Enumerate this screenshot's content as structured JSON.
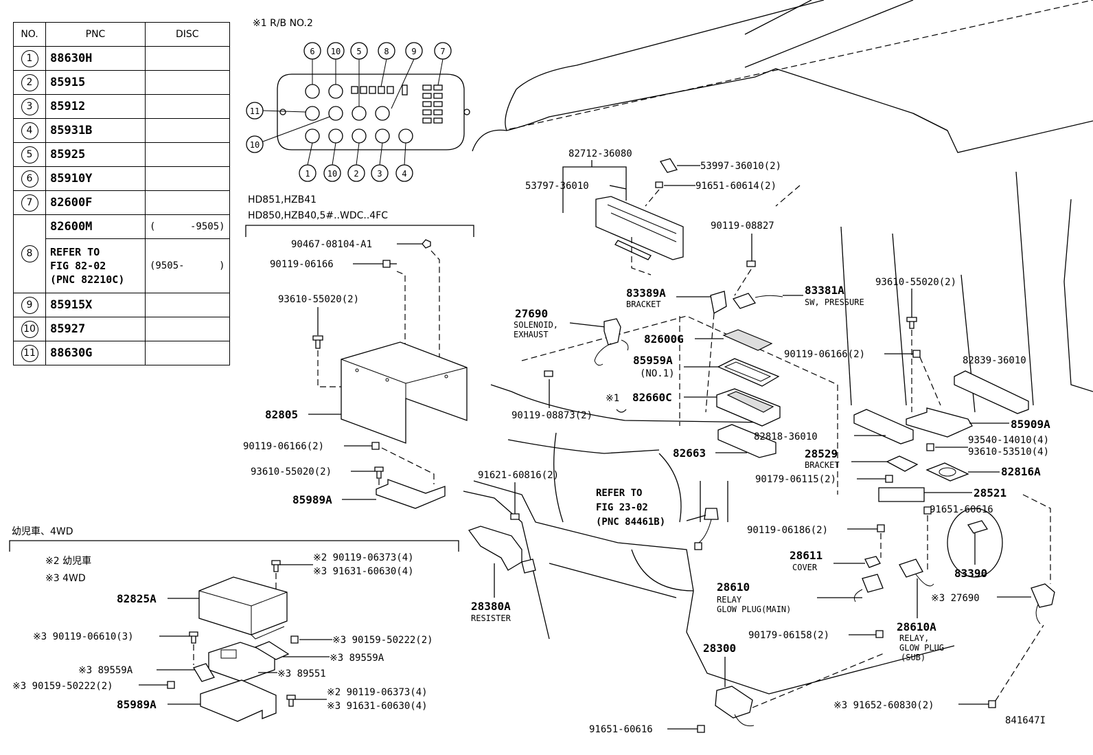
{
  "table": {
    "headers": [
      "NO.",
      "PNC",
      "DISC"
    ],
    "rows": [
      {
        "no": "1",
        "pnc": "88630H",
        "disc": ""
      },
      {
        "no": "2",
        "pnc": "85915",
        "disc": ""
      },
      {
        "no": "3",
        "pnc": "85912",
        "disc": ""
      },
      {
        "no": "4",
        "pnc": "85931B",
        "disc": ""
      },
      {
        "no": "5",
        "pnc": "85925",
        "disc": ""
      },
      {
        "no": "6",
        "pnc": "85910Y",
        "disc": ""
      },
      {
        "no": "7",
        "pnc": "82600F",
        "disc": ""
      },
      {
        "no": "8",
        "pnc": "82600M",
        "disc": "(      -9505)",
        "pnc2_l1": "REFER TO",
        "pnc2_l2": "FIG 82-02",
        "pnc2_l3": "(PNC 82210C)",
        "disc2": "(9505-      )"
      },
      {
        "no": "9",
        "pnc": "85915X",
        "disc": ""
      },
      {
        "no": "10",
        "pnc": "85927",
        "disc": ""
      },
      {
        "no": "11",
        "pnc": "88630G",
        "disc": ""
      }
    ]
  },
  "rb": {
    "title": "※1  R/B NO.2",
    "top_nums": [
      "6",
      "10",
      "5",
      "8",
      "9",
      "7"
    ],
    "left_nums": [
      "11",
      "10"
    ],
    "bottom_nums": [
      "1",
      "10",
      "2",
      "3",
      "4"
    ]
  },
  "group_hd": {
    "line1": "HD851,HZB41",
    "line2": "HD850,HZB40,5#..WDC..4FC"
  },
  "group_4wd": {
    "title": "幼児車、4WD",
    "note1": "※2  幼児車",
    "note2": "※3  4WD"
  },
  "labels": {
    "p90467": "90467-08104-A1",
    "p90119_06166a": "90119-06166",
    "p93610_a": "93610-55020(2)",
    "p82805": "82805",
    "p90119_06166b": "90119-06166(2)",
    "p93610_b": "93610-55020(2)",
    "p85989A": "85989A",
    "p82712": "82712-36080",
    "p53797": "53797-36010",
    "p53997": "53997-36010(2)",
    "p91651_60614": "91651-60614(2)",
    "p90119_08827": "90119-08827",
    "p83389A": "83389A",
    "p83389A_cap": "BRACKET",
    "p83381A": "83381A",
    "p83381A_cap": "SW, PRESSURE",
    "p93610_c": "93610-55020(2)",
    "p27690": "27690",
    "p27690_cap1": "SOLENOID,",
    "p27690_cap2": "EXHAUST",
    "p82600G": "82600G",
    "p85959A": "85959A",
    "p85959A_cap": "(NO.1)",
    "pstar1": "※1",
    "p82660C": "82660C",
    "p90119_06166c": "90119-06166(2)",
    "p82839": "82839-36010",
    "p90119_08873": "90119-08873(2)",
    "p85909A": "85909A",
    "p82818": "82818-36010",
    "p93540": "93540-14010(4)",
    "p93610_53510": "93610-53510(4)",
    "p82663": "82663",
    "p28529": "28529",
    "p28529_cap": "BRACKET",
    "p82816A": "82816A",
    "p90179_06115": "90179-06115(2)",
    "p91621": "91621-60816(2)",
    "p28521": "28521",
    "prefer_l1": "REFER TO",
    "prefer_l2": "FIG 23-02",
    "prefer_l3": "(PNC 84461B)",
    "p91651_60616a": "91651-60616",
    "p90119_06186": "90119-06186(2)",
    "p28611": "28611",
    "p28611_cap": "COVER",
    "p83390": "83390",
    "p28610": "28610",
    "p28610_cap1": "RELAY",
    "p28610_cap2": "GLOW PLUG(MAIN)",
    "p28380A": "28380A",
    "p28380A_cap": "RESISTER",
    "p27690b": "※3  27690",
    "p90179_06158": "90179-06158(2)",
    "p28610A": "28610A",
    "p28610A_cap1": "RELAY,",
    "p28610A_cap2": "GLOW PLUG",
    "p28610A_cap3": "(SUB)",
    "p28300": "28300",
    "p91652": "※3  91652-60830(2)",
    "p91651_60616b": "91651-60616",
    "p82825A": "82825A",
    "p2_90119_06373a": "※2 90119-06373(4)",
    "p3_91631_60630a": "※3 91631-60630(4)",
    "p3_90119_06610": "※3  90119-06610(3)",
    "p3_90159_50222a": "※3  90159-50222(2)",
    "p3_89559A_r": "※3  89559A",
    "p3_89559A_l": "※3  89559A",
    "p3_89551": "※3  89551",
    "p3_90159_50222b": "※3  90159-50222(2)",
    "p85989A_b": "85989A",
    "p2_90119_06373b": "※2 90119-06373(4)",
    "p3_91631_60630b": "※3 91631-60630(4)",
    "fig_id": "841647I"
  }
}
